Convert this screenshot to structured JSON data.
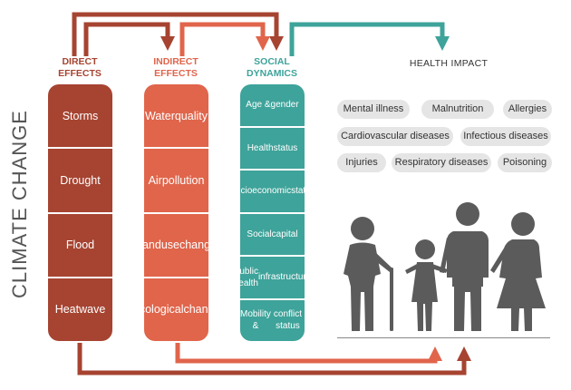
{
  "side_title": "CLIMATE CHANGE",
  "columns": {
    "direct": {
      "heading": [
        "DIRECT",
        "EFFECTS"
      ],
      "color": "#a64431",
      "items": [
        [
          "Storms"
        ],
        [
          "Drought"
        ],
        [
          "Flood"
        ],
        [
          "Heatwave"
        ]
      ]
    },
    "indirect": {
      "heading": [
        "INDIRECT",
        "EFFECTS"
      ],
      "color": "#e0654b",
      "items": [
        [
          "Water",
          "quality"
        ],
        [
          "Air",
          "pollution"
        ],
        [
          "Landuse",
          "change"
        ],
        [
          "Ecological",
          "change"
        ]
      ]
    },
    "social": {
      "heading": [
        "SOCIAL",
        "DYNAMICS"
      ],
      "color": "#3ea39a",
      "items": [
        [
          "Age &",
          "gender"
        ],
        [
          "Health",
          "status"
        ],
        [
          "Socioeconomic",
          "status"
        ],
        [
          "Social",
          "capital"
        ],
        [
          "Public health",
          "infrastructure"
        ],
        [
          "Mobility &",
          "conflict status"
        ]
      ]
    }
  },
  "health_impact": {
    "heading": "HEALTH IMPACT",
    "rows": [
      [
        "Mental illness",
        "Malnutrition",
        "Allergies"
      ],
      [
        "Cardiovascular diseases",
        "Infectious diseases"
      ],
      [
        "Injuries",
        "Respiratory diseases",
        "Poisoning"
      ]
    ]
  },
  "figure_color": "#5b5b5b",
  "arrow_colors": {
    "dark": "#a64431",
    "orange": "#e0654b",
    "teal": "#3ea39a"
  }
}
